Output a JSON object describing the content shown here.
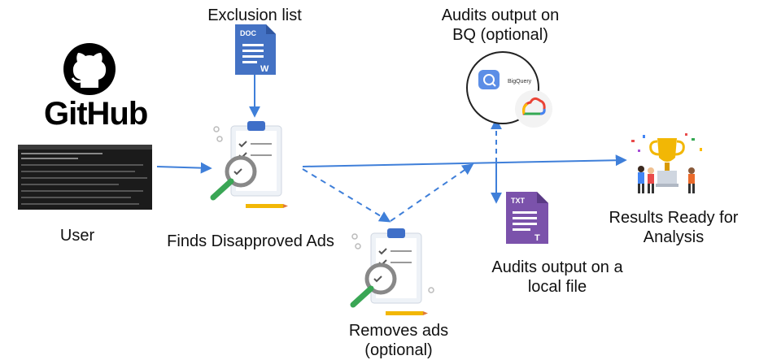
{
  "labels": {
    "exclusion_list": "Exclusion list",
    "audits_bq": "Audits output on\nBQ (optional)",
    "github": "GitHub",
    "user": "User",
    "finds": "Finds Disapproved Ads",
    "removes": "Removes ads\n(optional)",
    "audits_local": "Audits output on a\nlocal file",
    "results": "Results Ready for\nAnalysis"
  },
  "icons": {
    "doc_badge": "DOC",
    "doc_letter": "W",
    "txt_badge": "TXT",
    "txt_letter": "T",
    "bigquery": "BigQuery"
  },
  "colors": {
    "arrow": "#3f7fd9",
    "doc_blue": "#4472c4",
    "txt_purple": "#7b52ab",
    "magnifier_green": "#3aa655",
    "trophy_gold": "#f2b705"
  }
}
